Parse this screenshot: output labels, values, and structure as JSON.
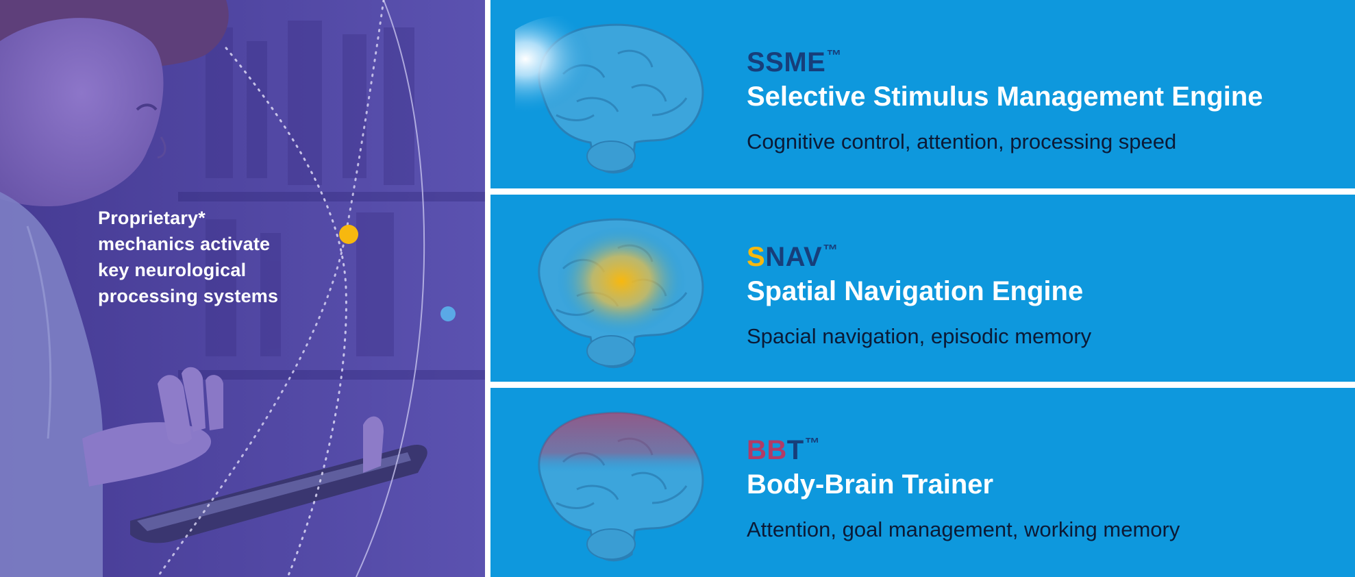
{
  "hero": {
    "caption_lines": [
      "Proprietary*",
      "mechanics activate",
      "key neurological",
      "processing systems"
    ]
  },
  "engines": [
    {
      "acronym_highlight": "",
      "acronym_rest": "SSME",
      "trademark": "™",
      "name": "Selective Stimulus Management Engine",
      "description": "Cognitive control, attention, processing speed",
      "glow": "frontal-white"
    },
    {
      "acronym_highlight": "S",
      "acronym_rest": "NAV",
      "trademark": "™",
      "name": "Spatial Navigation Engine",
      "description": "Spacial navigation, episodic memory",
      "glow": "center-yellow"
    },
    {
      "acronym_highlight": "BB",
      "acronym_rest": "T",
      "trademark": "™",
      "name": "Body-Brain Trainer",
      "description": "Attention, goal management, working memory",
      "glow": "band-red"
    }
  ],
  "colors": {
    "card_bg": "#0e98dd",
    "acronym": "#173e7a",
    "highlight_yellow": "#f7b80f",
    "highlight_red": "#b23b66",
    "hero_bg": "#4a3f9e",
    "node_yellow": "#f7b80f",
    "node_blue": "#5aa9e6"
  }
}
